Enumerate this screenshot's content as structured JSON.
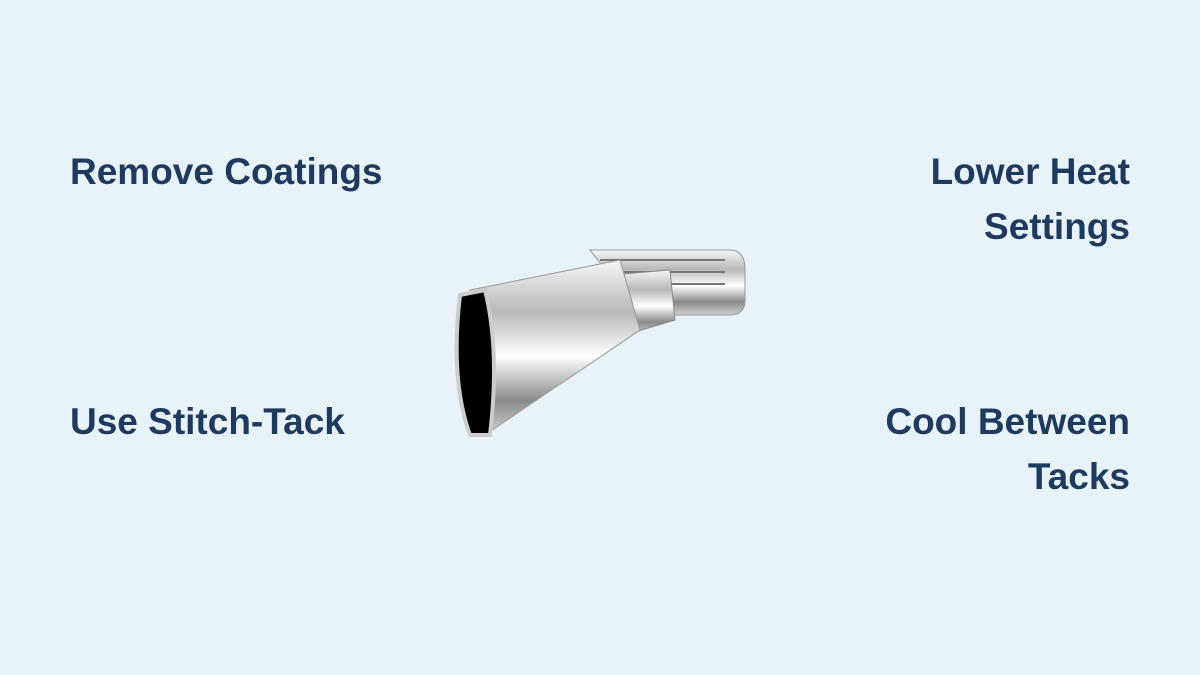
{
  "tips": {
    "top_left": "Remove Coatings",
    "top_right": "Lower Heat Settings",
    "bottom_left": "Use Stitch-Tack",
    "bottom_right": "Cool Between Tacks"
  },
  "image": {
    "subject": "exhaust-pipe-icon"
  },
  "colors": {
    "background": "#e8f3f9",
    "text": "#1e3a5f"
  }
}
